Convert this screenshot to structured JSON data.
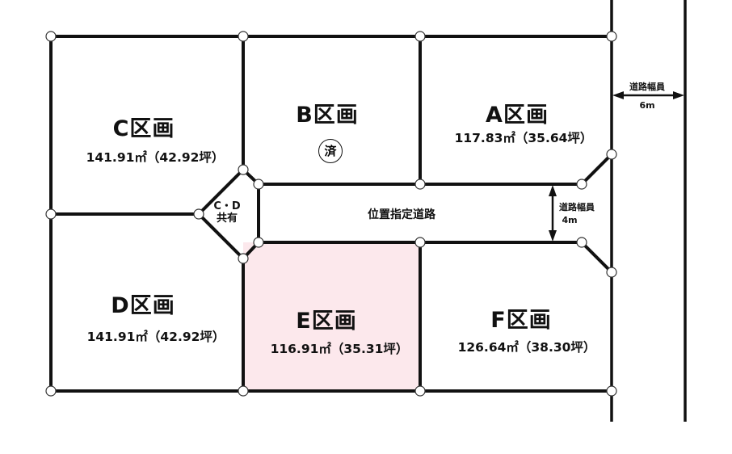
{
  "colors": {
    "line": "#111111",
    "highlight_fill": "#fce8ec",
    "background": "#ffffff"
  },
  "lots": [
    {
      "id": "C",
      "title": "C区画",
      "area": "141.91㎡（42.92坪）"
    },
    {
      "id": "B",
      "title": "B区画",
      "status": "済"
    },
    {
      "id": "A",
      "title": "A区画",
      "area": "117.83㎡（35.64坪）"
    },
    {
      "id": "D",
      "title": "D区画",
      "area": "141.91㎡（42.92坪）"
    },
    {
      "id": "E",
      "title": "E区画",
      "area": "116.91㎡（35.31坪）",
      "highlighted": true
    },
    {
      "id": "F",
      "title": "F区画",
      "area": "126.64㎡（38.30坪）"
    }
  ],
  "shared": {
    "line1": "C・D",
    "line2": "共有"
  },
  "private_road": {
    "label": "位置指定道路",
    "width_label": "道路幅員",
    "width_value": "4m"
  },
  "public_road": {
    "width_label": "道路幅員",
    "width_value": "6m"
  }
}
